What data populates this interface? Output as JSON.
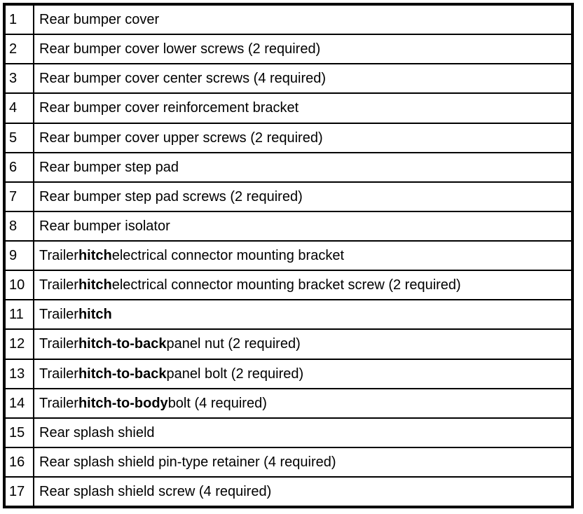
{
  "colors": {
    "background": "#ffffff",
    "border": "#000000",
    "text": "#000000"
  },
  "table": {
    "columns": [
      "number",
      "description"
    ],
    "rows": [
      {
        "num": "1",
        "pre": "Rear bumper cover",
        "bold": "",
        "post": ""
      },
      {
        "num": "2",
        "pre": "Rear bumper cover lower screws (2 required)",
        "bold": "",
        "post": ""
      },
      {
        "num": "3",
        "pre": "Rear bumper cover center screws (4 required)",
        "bold": "",
        "post": ""
      },
      {
        "num": "4",
        "pre": "Rear bumper cover reinforcement bracket",
        "bold": "",
        "post": ""
      },
      {
        "num": "5",
        "pre": "Rear bumper cover upper screws (2 required)",
        "bold": "",
        "post": ""
      },
      {
        "num": "6",
        "pre": "Rear bumper step pad",
        "bold": "",
        "post": ""
      },
      {
        "num": "7",
        "pre": "Rear bumper step pad screws (2 required)",
        "bold": "",
        "post": ""
      },
      {
        "num": "8",
        "pre": "Rear bumper isolator",
        "bold": "",
        "post": ""
      },
      {
        "num": "9",
        "pre": "Trailer ",
        "bold": "hitch",
        "post": " electrical connector mounting bracket"
      },
      {
        "num": "10",
        "pre": "Trailer ",
        "bold": "hitch",
        "post": " electrical connector mounting bracket screw (2 required)"
      },
      {
        "num": "11",
        "pre": "Trailer ",
        "bold": "hitch",
        "post": ""
      },
      {
        "num": "12",
        "pre": "Trailer ",
        "bold": "hitch-to-back",
        "post": " panel nut (2 required)"
      },
      {
        "num": "13",
        "pre": "Trailer ",
        "bold": "hitch-to-back",
        "post": " panel bolt (2 required)"
      },
      {
        "num": "14",
        "pre": "Trailer ",
        "bold": "hitch-to-body",
        "post": " bolt (4 required)"
      },
      {
        "num": "15",
        "pre": "Rear splash shield",
        "bold": "",
        "post": ""
      },
      {
        "num": "16",
        "pre": "Rear splash shield pin-type retainer (4 required)",
        "bold": "",
        "post": ""
      },
      {
        "num": "17",
        "pre": "Rear splash shield screw (4 required)",
        "bold": "",
        "post": ""
      }
    ]
  }
}
